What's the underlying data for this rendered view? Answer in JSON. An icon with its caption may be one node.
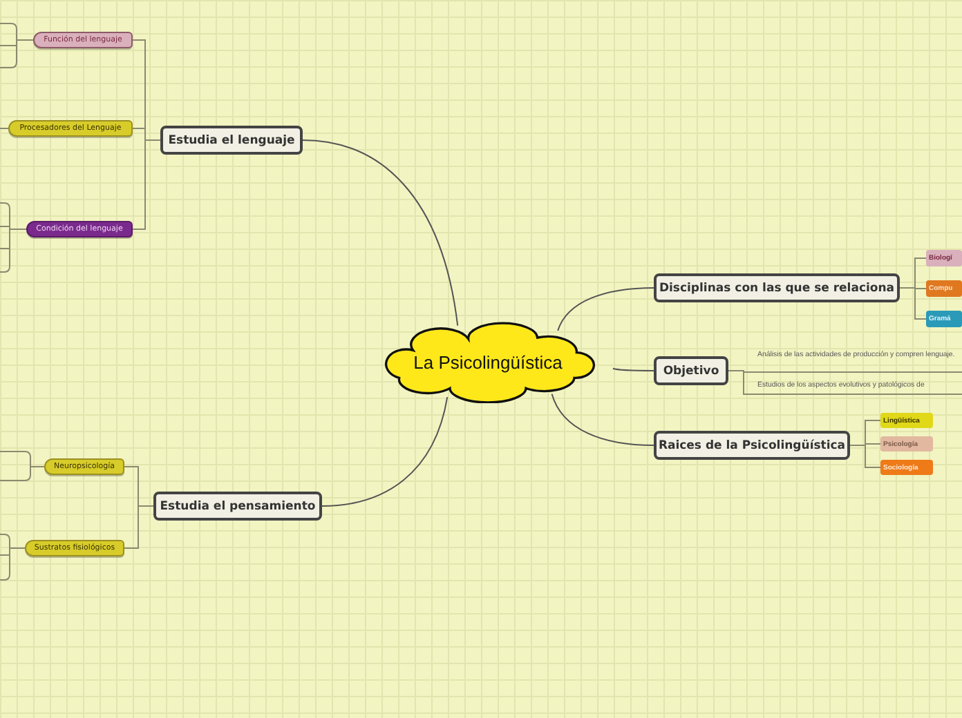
{
  "diagram": {
    "nodes": [
      {
        "text": [
          "La Psicolingüística"
        ]
      },
      {
        "text": [
          "Estudia el lenguaje"
        ]
      },
      {
        "text": [
          "Función del lenguaje"
        ]
      },
      {
        "text": [
          "Procesadores del  Lenguaje"
        ]
      },
      {
        "text": [
          "Condición del lenguaje"
        ]
      },
      {
        "text": [
          "Estudia el pensamiento"
        ]
      },
      {
        "text": [
          "Neuropsicología"
        ]
      },
      {
        "text": [
          "Sustratos fisiológicos"
        ]
      },
      {
        "text": [
          "Disciplinas con las que  se relaciona"
        ]
      },
      {
        "text": [
          "Biologí"
        ]
      },
      {
        "text": [
          "Compu"
        ]
      },
      {
        "text": [
          "Gramá"
        ]
      },
      {
        "text": [
          "Objetivo"
        ]
      },
      {
        "text": [
          "Análisis de las actividades de producción y compren lenguaje."
        ]
      },
      {
        "text": [
          "Estudios de los aspectos evolutivos y patológicos de"
        ]
      },
      {
        "text": [
          "Raices de la Psicolingüística"
        ]
      },
      {
        "text": [
          "Lingüística"
        ]
      },
      {
        "text": [
          "Psicología"
        ]
      },
      {
        "text": [
          "Sociología"
        ]
      }
    ],
    "edges": [
      {
        "from": 0,
        "to": 1,
        "arrow": "none"
      },
      {
        "from": 0,
        "to": 5,
        "arrow": "none"
      },
      {
        "from": 0,
        "to": 8,
        "arrow": "none"
      },
      {
        "from": 0,
        "to": 12,
        "arrow": "none"
      },
      {
        "from": 0,
        "to": 15,
        "arrow": "none"
      },
      {
        "from": 1,
        "to": 2,
        "arrow": "none"
      },
      {
        "from": 1,
        "to": 3,
        "arrow": "none"
      },
      {
        "from": 1,
        "to": 4,
        "arrow": "none"
      },
      {
        "from": 5,
        "to": 6,
        "arrow": "none"
      },
      {
        "from": 5,
        "to": 7,
        "arrow": "none"
      },
      {
        "from": 8,
        "to": 9,
        "arrow": "none"
      },
      {
        "from": 8,
        "to": 10,
        "arrow": "none"
      },
      {
        "from": 8,
        "to": 11,
        "arrow": "none"
      },
      {
        "from": 12,
        "to": 13,
        "arrow": "none"
      },
      {
        "from": 12,
        "to": 14,
        "arrow": "none"
      },
      {
        "from": 15,
        "to": 16,
        "arrow": "none"
      },
      {
        "from": 15,
        "to": 17,
        "arrow": "none"
      },
      {
        "from": 15,
        "to": 18,
        "arrow": "none"
      }
    ]
  }
}
